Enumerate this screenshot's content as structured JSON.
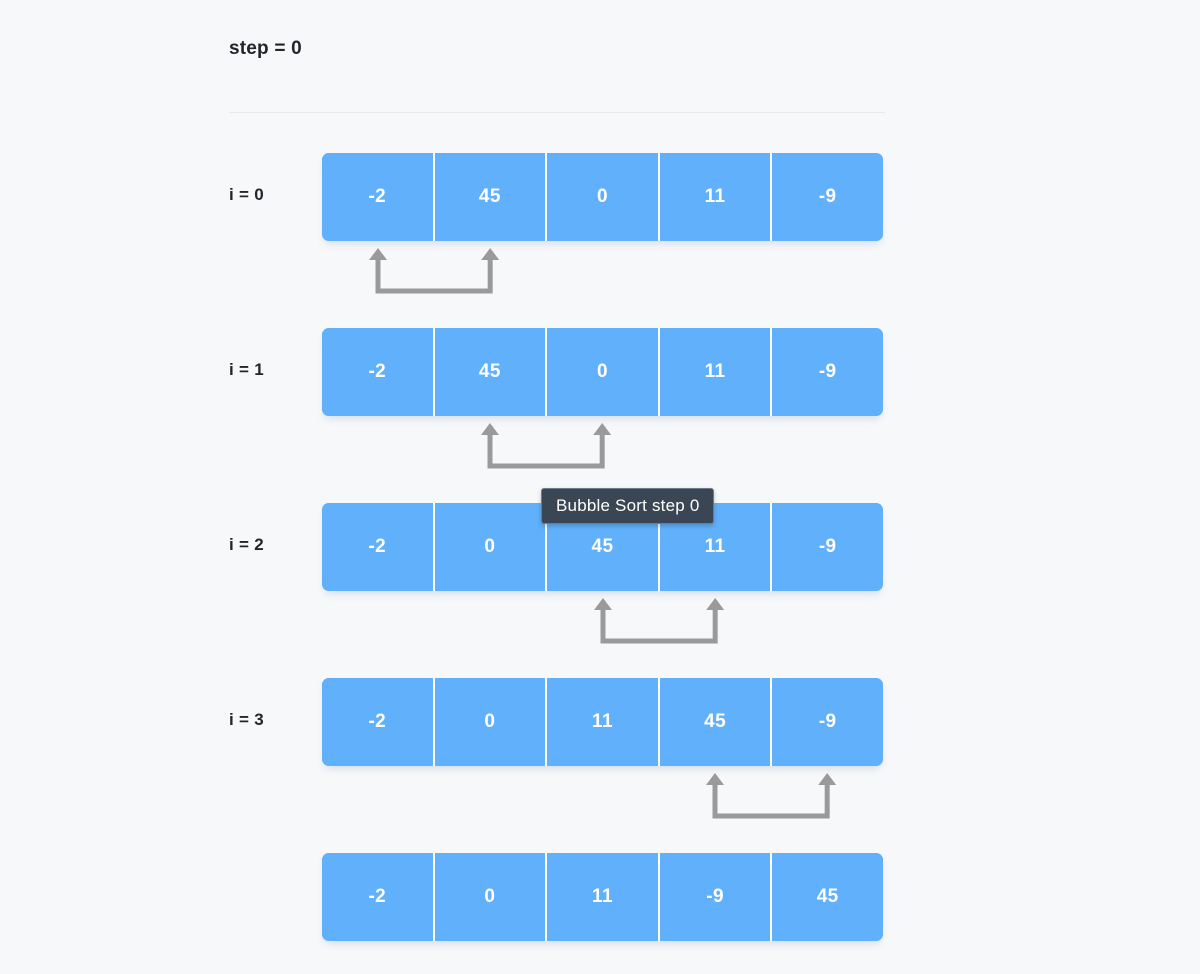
{
  "header": {
    "step_label": "step = 0"
  },
  "tooltip": {
    "text": "Bubble Sort step 0"
  },
  "colors": {
    "background": "#f7f8fa",
    "cell_fill": "#61b0fb",
    "cell_text": "#ffffff",
    "cell_separator": "#fdfdfe",
    "divider": "#e6e8ec",
    "arrow": "#9a9a9a",
    "tooltip_bg": "#3b4654",
    "tooltip_border": "#6d7b8c",
    "label_text": "#22262b"
  },
  "rows": [
    {
      "label": "i = 0",
      "values": [
        "-2",
        "45",
        "0",
        "11",
        "-9"
      ],
      "arrow": {
        "from_index": 0,
        "to_index": 1
      }
    },
    {
      "label": "i = 1",
      "values": [
        "-2",
        "45",
        "0",
        "11",
        "-9"
      ],
      "arrow": {
        "from_index": 1,
        "to_index": 2
      }
    },
    {
      "label": "i = 2",
      "values": [
        "-2",
        "0",
        "45",
        "11",
        "-9"
      ],
      "arrow": {
        "from_index": 2,
        "to_index": 3
      }
    },
    {
      "label": "i = 3",
      "values": [
        "-2",
        "0",
        "11",
        "45",
        "-9"
      ],
      "arrow": {
        "from_index": 3,
        "to_index": 4
      }
    },
    {
      "label": "",
      "values": [
        "-2",
        "0",
        "11",
        "-9",
        "45"
      ],
      "arrow": null
    }
  ],
  "chart_data": {
    "type": "table",
    "title": "step = 0",
    "algorithm": "Bubble Sort",
    "step": 0,
    "initial_array": [
      -2,
      45,
      0,
      11,
      -9
    ],
    "final_array": [
      -2,
      0,
      11,
      -9,
      45
    ],
    "iterations": [
      {
        "i": 0,
        "array": [
          -2,
          45,
          0,
          11,
          -9
        ],
        "compare_indices": [
          0,
          1
        ],
        "swapped": false
      },
      {
        "i": 1,
        "array": [
          -2,
          45,
          0,
          11,
          -9
        ],
        "compare_indices": [
          1,
          2
        ],
        "swapped": true
      },
      {
        "i": 2,
        "array": [
          -2,
          0,
          45,
          11,
          -9
        ],
        "compare_indices": [
          2,
          3
        ],
        "swapped": true
      },
      {
        "i": 3,
        "array": [
          -2,
          0,
          11,
          45,
          -9
        ],
        "compare_indices": [
          3,
          4
        ],
        "swapped": true
      },
      {
        "i": null,
        "array": [
          -2,
          0,
          11,
          -9,
          45
        ],
        "compare_indices": null,
        "swapped": false
      }
    ]
  }
}
